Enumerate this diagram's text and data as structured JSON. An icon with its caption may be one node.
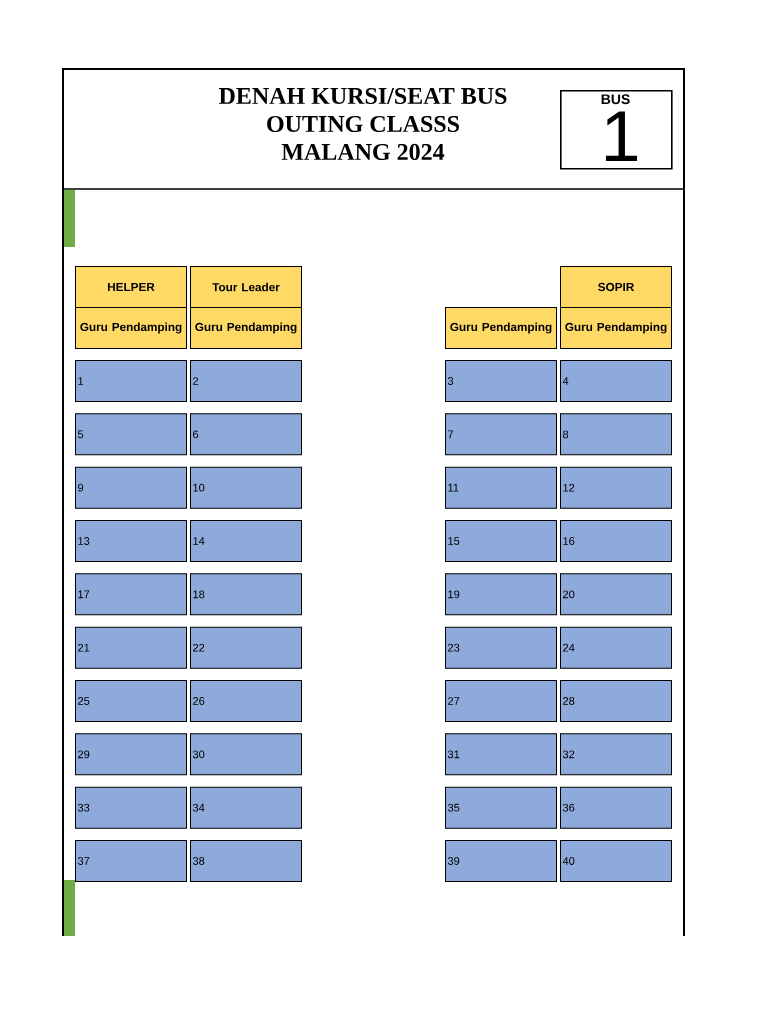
{
  "diagram": {
    "title": "DENAH KURSI/SEAT BUS OUTING CLASSS MALANG 2024",
    "nodes": [
      {
        "text": [
          "BUS",
          "1"
        ]
      },
      {
        "text": [
          "HELPER"
        ]
      },
      {
        "text": [
          "Tour Leader"
        ]
      },
      {
        "text": [
          "SOPIR"
        ]
      },
      {
        "text": [
          "Guru Pendamping"
        ]
      },
      {
        "text": [
          "Guru Pendamping"
        ]
      },
      {
        "text": [
          "Guru Pendamping"
        ]
      },
      {
        "text": [
          "Guru Pendamping"
        ]
      },
      {
        "text": [
          "1"
        ]
      },
      {
        "text": [
          "2"
        ]
      },
      {
        "text": [
          "3"
        ]
      },
      {
        "text": [
          "4"
        ]
      },
      {
        "text": [
          "5"
        ]
      },
      {
        "text": [
          "6"
        ]
      },
      {
        "text": [
          "7"
        ]
      },
      {
        "text": [
          "8"
        ]
      },
      {
        "text": [
          "9"
        ]
      },
      {
        "text": [
          "10"
        ]
      },
      {
        "text": [
          "11"
        ]
      },
      {
        "text": [
          "12"
        ]
      },
      {
        "text": [
          "13"
        ]
      },
      {
        "text": [
          "14"
        ]
      },
      {
        "text": [
          "15"
        ]
      },
      {
        "text": [
          "16"
        ]
      },
      {
        "text": [
          "17"
        ]
      },
      {
        "text": [
          "18"
        ]
      },
      {
        "text": [
          "19"
        ]
      },
      {
        "text": [
          "20"
        ]
      },
      {
        "text": [
          "21"
        ]
      },
      {
        "text": [
          "22"
        ]
      },
      {
        "text": [
          "23"
        ]
      },
      {
        "text": [
          "24"
        ]
      },
      {
        "text": [
          "25"
        ]
      },
      {
        "text": [
          "26"
        ]
      },
      {
        "text": [
          "27"
        ]
      },
      {
        "text": [
          "28"
        ]
      },
      {
        "text": [
          "29"
        ]
      },
      {
        "text": [
          "30"
        ]
      },
      {
        "text": [
          "31"
        ]
      },
      {
        "text": [
          "32"
        ]
      },
      {
        "text": [
          "33"
        ]
      },
      {
        "text": [
          "34"
        ]
      },
      {
        "text": [
          "35"
        ]
      },
      {
        "text": [
          "36"
        ]
      },
      {
        "text": [
          "37"
        ]
      },
      {
        "text": [
          "38"
        ]
      },
      {
        "text": [
          "39"
        ]
      },
      {
        "text": [
          "40"
        ]
      }
    ]
  }
}
